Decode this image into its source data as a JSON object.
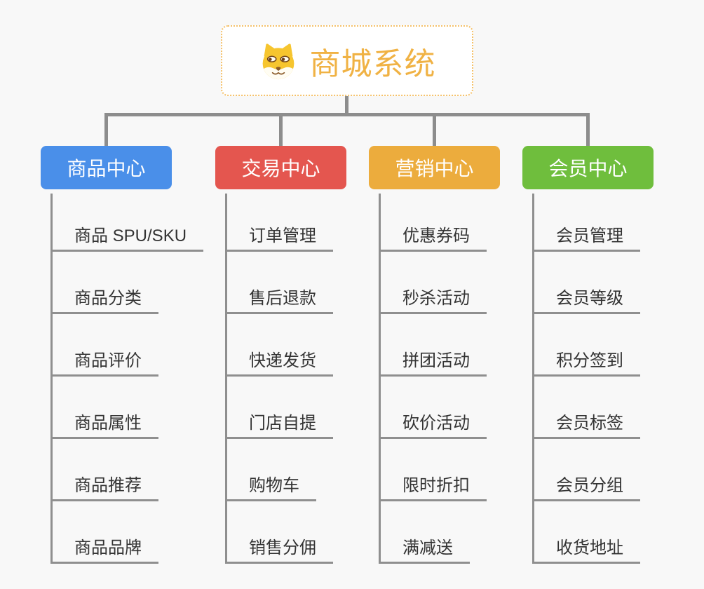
{
  "root": {
    "title": "商城系统",
    "icon": "dog-face-icon",
    "title_color": "#f0b244",
    "border_color": "#f5c169"
  },
  "branches": [
    {
      "label": "商品中心",
      "color": "#4a8fe9",
      "children": [
        "商品 SPU/SKU",
        "商品分类",
        "商品评价",
        "商品属性",
        "商品推荐",
        "商品品牌"
      ]
    },
    {
      "label": "交易中心",
      "color": "#e4564f",
      "children": [
        "订单管理",
        "售后退款",
        "快递发货",
        "门店自提",
        "购物车",
        "销售分佣"
      ]
    },
    {
      "label": "营销中心",
      "color": "#ecac3d",
      "children": [
        "优惠券码",
        "秒杀活动",
        "拼团活动",
        "砍价活动",
        "限时折扣",
        "满减送"
      ]
    },
    {
      "label": "会员中心",
      "color": "#6fbe3d",
      "children": [
        "会员管理",
        "会员等级",
        "积分签到",
        "会员标签",
        "会员分组",
        "收货地址"
      ]
    }
  ],
  "colors": {
    "background": "#f8f8f8",
    "connector": "#8d8d8d",
    "child_line": "#8f8f8f",
    "child_text": "#333333"
  }
}
